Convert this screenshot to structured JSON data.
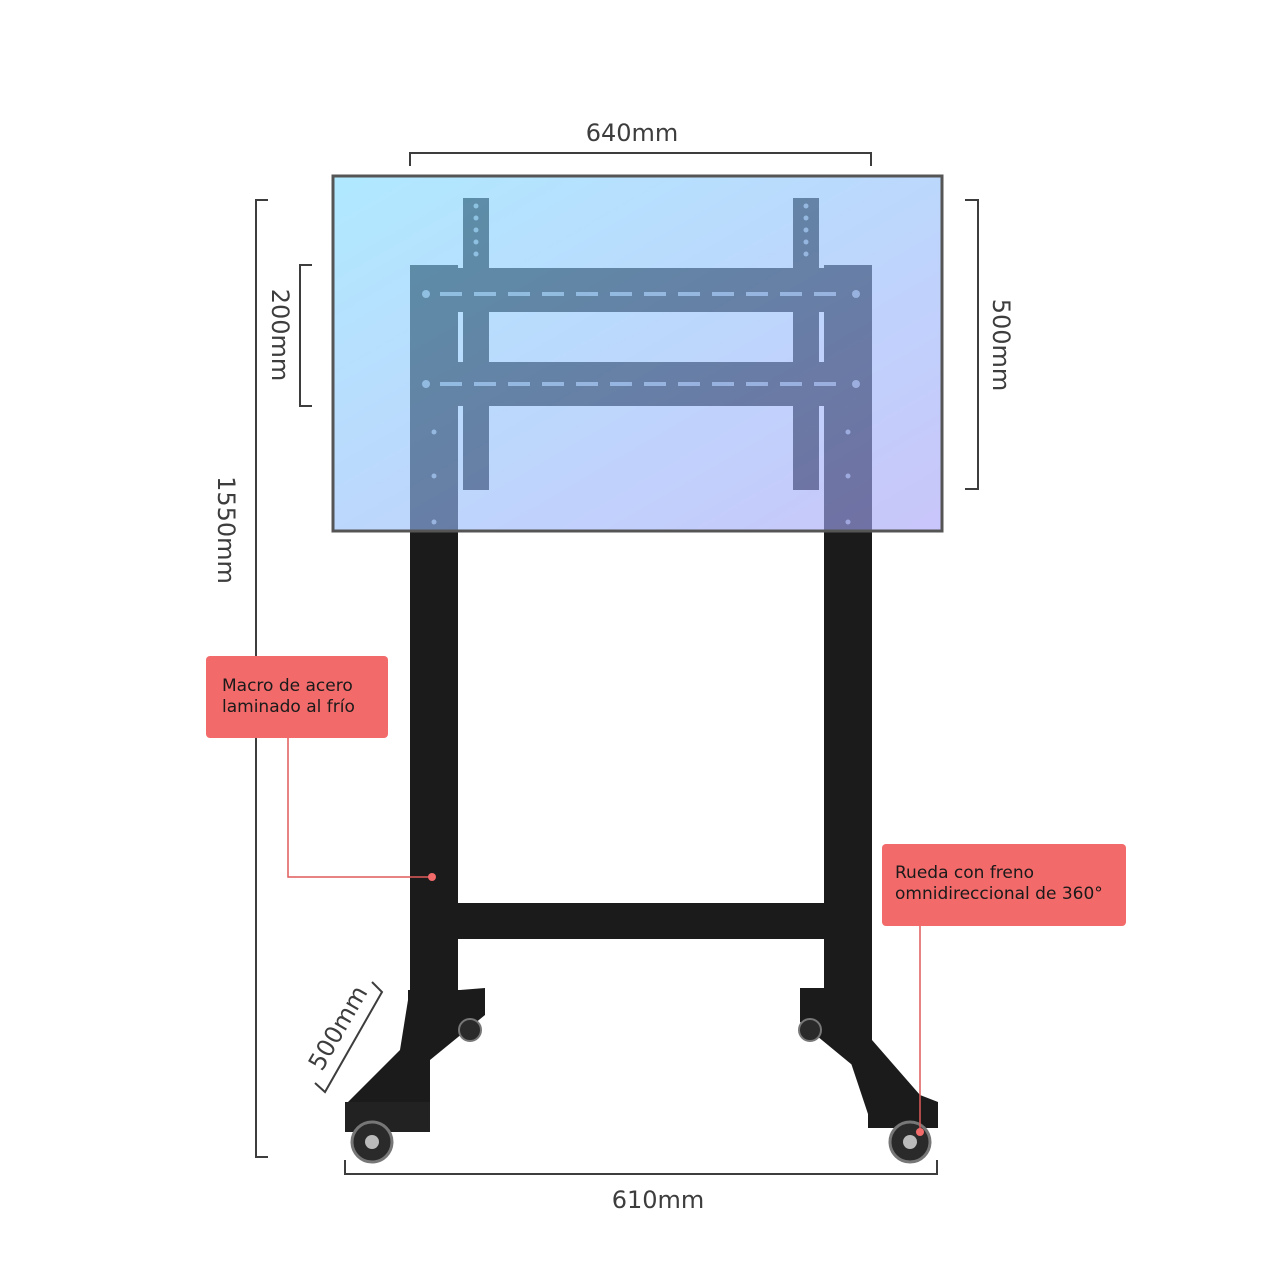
{
  "dimensions": {
    "width_top": "640mm",
    "height_left_inner": "200mm",
    "height_right": "500mm",
    "height_total": "1550mm",
    "base_depth": "500mm",
    "base_width": "610mm"
  },
  "callouts": {
    "frame_line1": "Macro de acero",
    "frame_line2": "laminado al frío",
    "wheel_line1": "Rueda con freno",
    "wheel_line2": "omnidireccional de 360°"
  },
  "colors": {
    "callout_bg": "#f26a6a",
    "leader_line": "#e05a5a",
    "screen_gradient_start": "#7fdcff",
    "screen_gradient_end": "#a7a2f7",
    "steel": "#1b1b1b",
    "dimension_line": "#3d3d3d"
  }
}
